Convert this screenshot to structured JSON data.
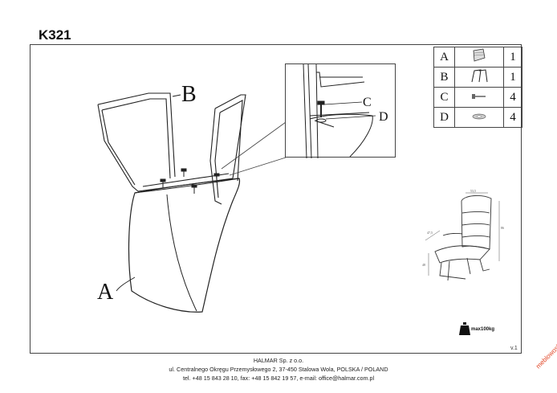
{
  "document": {
    "title": "K321",
    "version": "v.1",
    "watermark": "meblowosk"
  },
  "parts": [
    {
      "letter": "A",
      "icon": "seat-icon",
      "qty": "1"
    },
    {
      "letter": "B",
      "icon": "leg-frame-icon",
      "qty": "1"
    },
    {
      "letter": "C",
      "icon": "bolt-icon",
      "qty": "4"
    },
    {
      "letter": "D",
      "icon": "washer-icon",
      "qty": "4"
    }
  ],
  "diagram_labels": {
    "a": "A",
    "b": "B",
    "c": "C",
    "d": "D"
  },
  "max_load": {
    "label": "max100kg"
  },
  "footer": {
    "line1": "HALMAR Sp. z o.o.",
    "line2": "ul. Centralnego Okręgu Przemysłowego 2, 37-450 Stalowa Wola, POLSKA / POLAND",
    "line3": "tel. +48 15 843 28 10, fax: +48 15 842 19 57, e-mail: office@halmar.com.pl"
  }
}
